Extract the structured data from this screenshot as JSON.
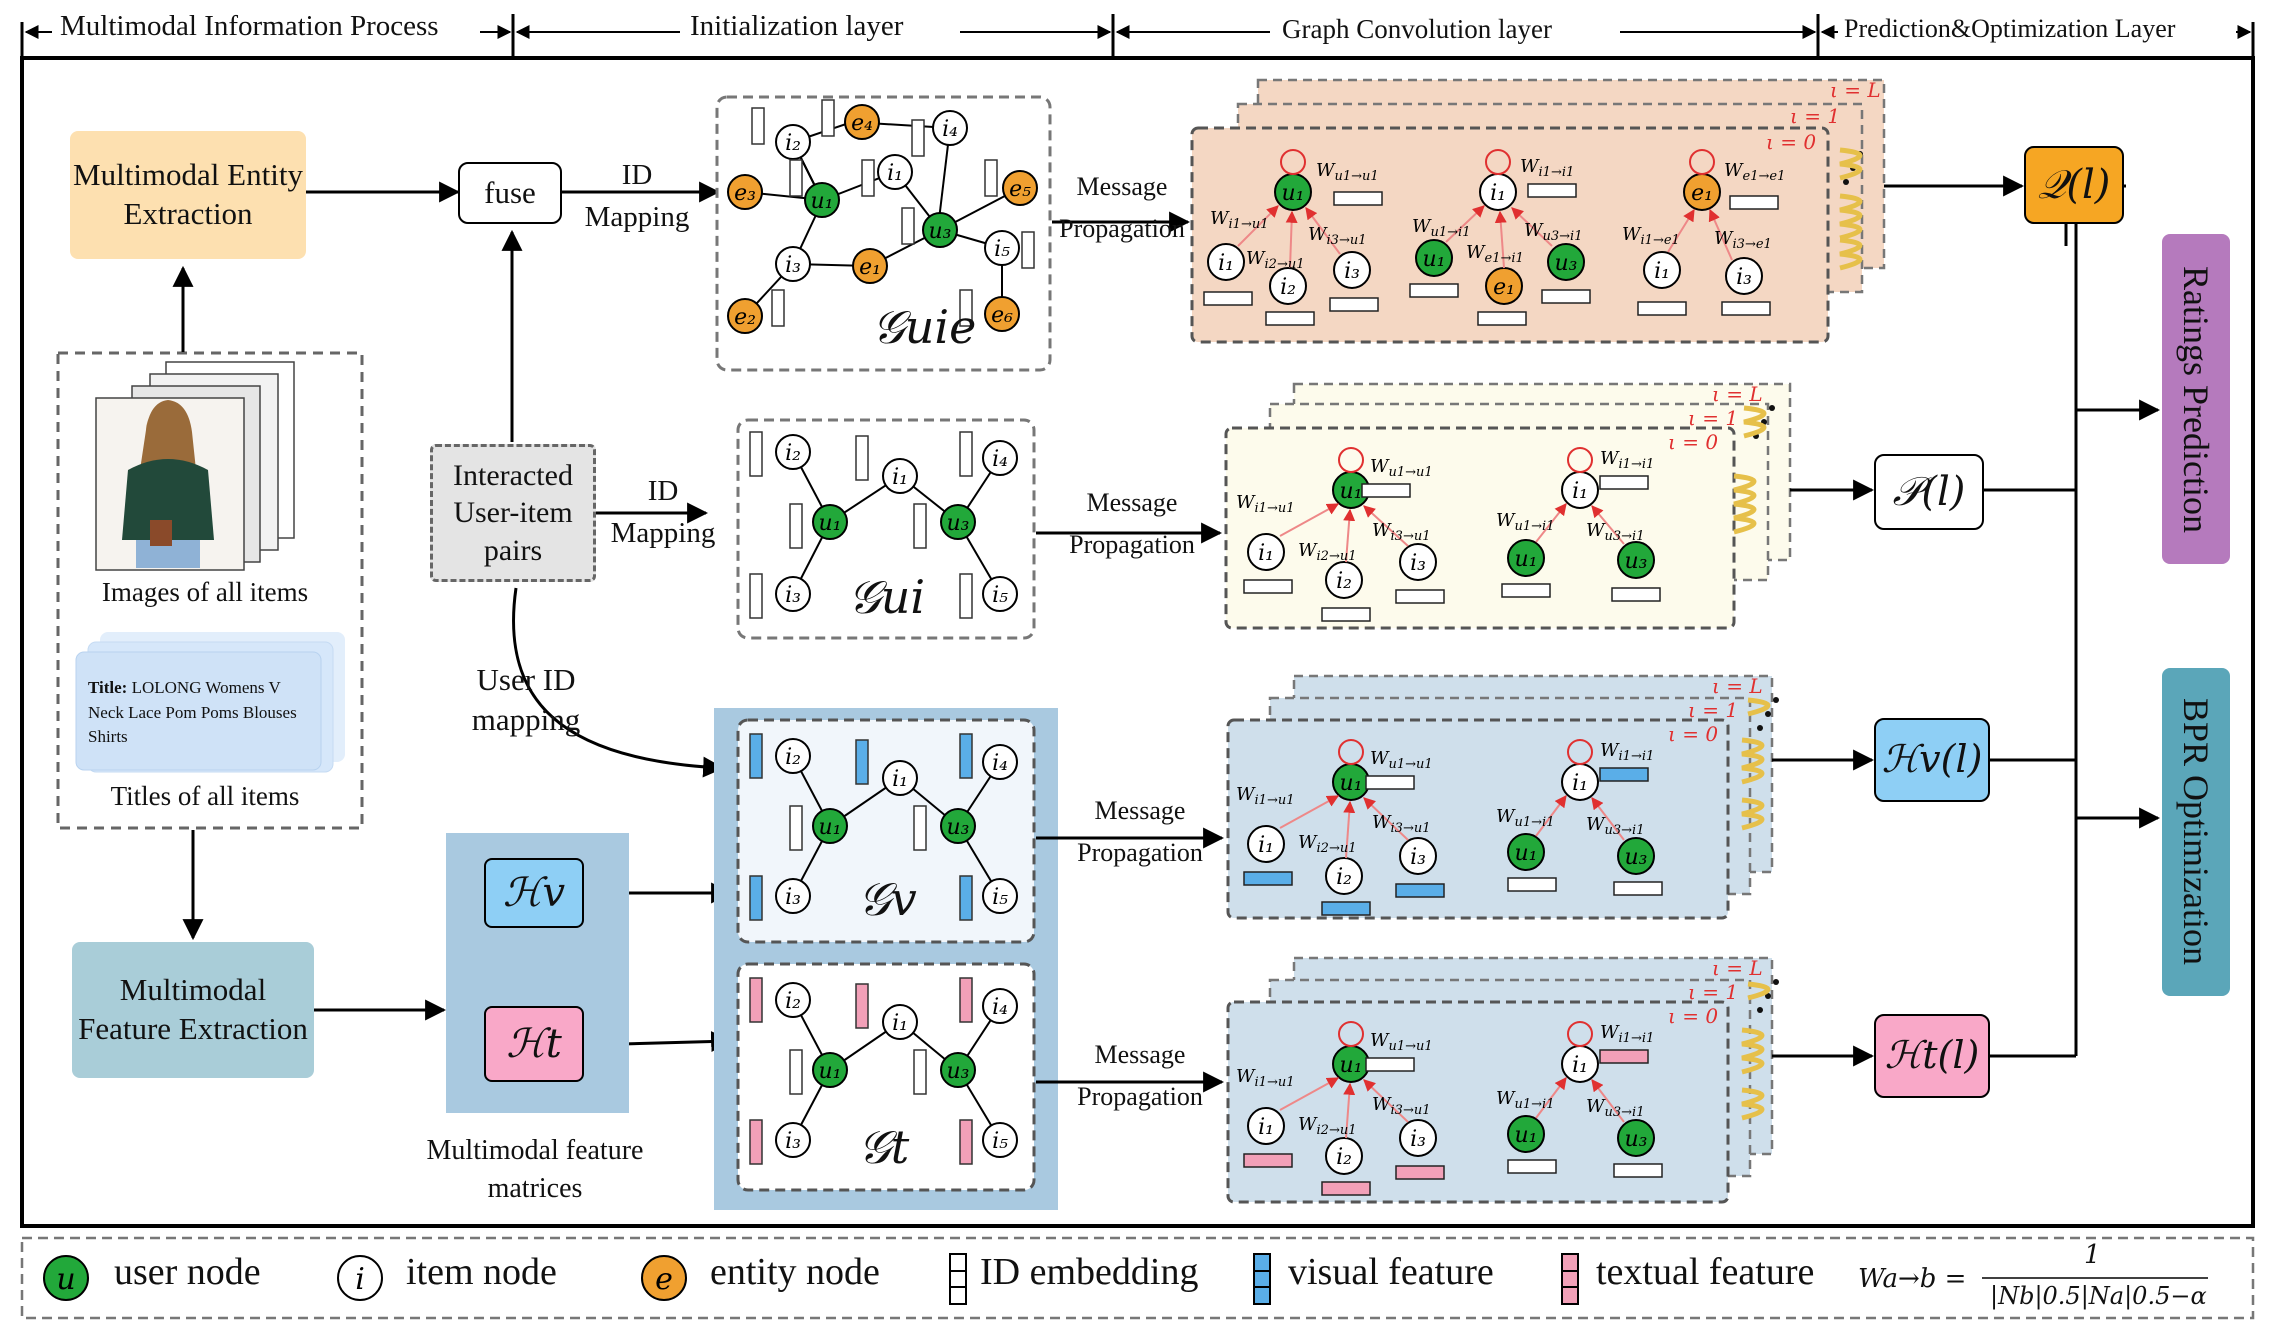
{
  "headers": {
    "multimodal_info": "Multimodal Information Process",
    "init_layer": "Initialization layer",
    "graph_conv": "Graph Convolution layer",
    "pred_opt": "Prediction&Optimization Layer"
  },
  "left": {
    "entity_extraction": "Multimodal Entity Extraction",
    "feature_extraction": "Multimodal Feature Extraction",
    "images_caption": "Images of all items",
    "titles_caption": "Titles of all items",
    "title_label": "Title:",
    "title_text": "LOLONG Womens V Neck Lace Pom Poms Blouses Shirts",
    "interacted_pairs": "Interacted User-item pairs",
    "fuse": "fuse",
    "id_mapping_1": "ID Mapping",
    "id_mapping_2": "ID Mapping",
    "user_id_mapping": "User ID mapping",
    "feature_matrices_caption": "Multimodal feature matrices",
    "hv": "ℋv",
    "ht": "ℋt"
  },
  "graphs": {
    "uie": "𝒢uie",
    "ui": "𝒢ui",
    "v": "𝒢v",
    "t": "𝒢t"
  },
  "message_propagation": "Message Propagation",
  "layers": {
    "l_eq_L": "ι = L",
    "l_eq_1": "ι = 1",
    "l_eq_0": "ι = 0"
  },
  "outputs": {
    "q": "𝒬(l)",
    "p": "𝒫(l)",
    "hv": "ℋv(l)",
    "ht": "ℋt(l)"
  },
  "right": {
    "ratings_prediction": "Ratings Prediction",
    "bpr_optimization": "BPR Optimization"
  },
  "legend": {
    "user_node": "user node",
    "item_node": "item node",
    "entity_node": "entity node",
    "id_embedding": "ID embedding",
    "visual_feature": "visual feature",
    "textual_feature": "textual feature",
    "formula_lhs": "Wa→b =",
    "formula_num": "1",
    "formula_den": "|Nb|0.5|Na|0.5−α"
  },
  "colors": {
    "user_green": "#22a83a",
    "entity_orange": "#f0a030",
    "entity_box": "#fde0b0",
    "feature_box": "#a9cdd8",
    "init_blue_panel": "#a9c9e0",
    "orange_panel": "#f4d7c3",
    "yellow_panel": "#fdfbec",
    "blue_panel": "#cfdfeb",
    "q_orange": "#f6a623",
    "hv_blue": "#8ecff5",
    "ht_pink": "#f9a8c8",
    "ratings_purple": "#b57abd",
    "bpr_teal": "#5ba6b9",
    "visual_blue": "#5aaee8",
    "textual_pink": "#f2a0b8"
  }
}
